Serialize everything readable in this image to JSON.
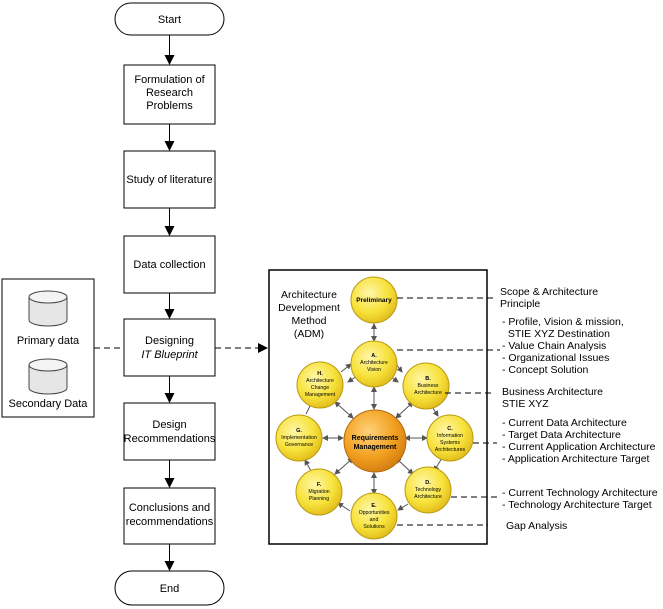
{
  "flow": {
    "start": "Start",
    "step1": [
      "Formulation of",
      "Research",
      "Problems"
    ],
    "step2": "Study of literature",
    "step3": "Data collection",
    "step4_line1": "Designing",
    "step4_line2": "IT Blueprint",
    "step5": [
      "Design",
      "Recommendations"
    ],
    "step6": [
      "Conclusions and",
      "recommendations"
    ],
    "end": "End"
  },
  "data_sources": {
    "primary": "Primary data",
    "secondary": "Secondary Data"
  },
  "adm": {
    "title": [
      "Architecture",
      "Development",
      "Method",
      "(ADM)"
    ],
    "center": [
      "Requirements",
      "Management"
    ],
    "preliminary": "Preliminary",
    "phases": {
      "a": [
        "A.",
        "Architecture",
        "Vision"
      ],
      "b": [
        "B.",
        "Business",
        "Architecture"
      ],
      "c": [
        "C.",
        "Information",
        "Systems",
        "Architectures"
      ],
      "d": [
        "D.",
        "Technology",
        "Architecture"
      ],
      "e": [
        "E.",
        "Opportunities",
        "and",
        "Solutions"
      ],
      "f": [
        "F.",
        "Migration",
        "Planning"
      ],
      "g": [
        "G.",
        "Implementation",
        "Governance"
      ],
      "h": [
        "H.",
        "Architecture",
        "Change",
        "Management"
      ]
    }
  },
  "annotations": {
    "preliminary": [
      "Scope & Architecture",
      "Principle"
    ],
    "vision": [
      "- Profile, Vision & mission,",
      "  STIE XYZ Destination",
      "- Value Chain Analysis",
      "- Organizational Issues",
      "- Concept Solution"
    ],
    "business": [
      "Business Architecture",
      "STIE XYZ"
    ],
    "information": [
      "- Current Data Architecture",
      "- Target Data Architecture",
      "- Current Application Architecture",
      "- Application Architecture Target"
    ],
    "technology": [
      "- Current Technology Architecture",
      "- Technology Architecture Target"
    ],
    "opportunities": [
      "Gap Analysis"
    ]
  },
  "colors": {
    "circle_fill": "#f7e23a",
    "circle_stroke": "#b89a10",
    "center_fill": "#f2a020",
    "line": "#000000"
  }
}
